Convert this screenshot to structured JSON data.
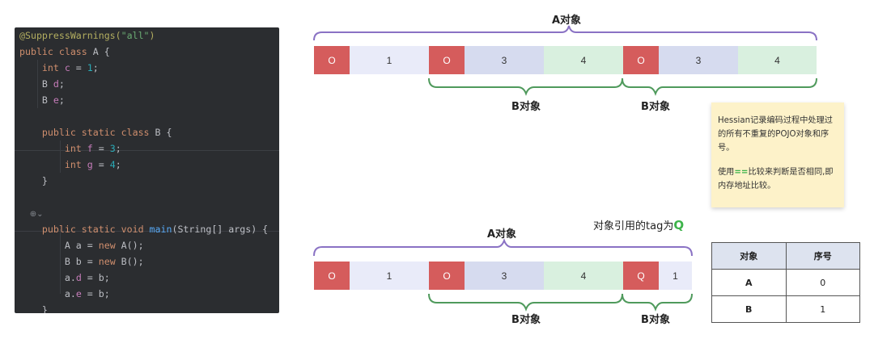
{
  "code": {
    "lines": [
      [
        [
          "c-ann",
          "@SuppressWarnings("
        ],
        [
          "c-str",
          "\"all\""
        ],
        [
          "c-ann",
          ")"
        ]
      ],
      [
        [
          "c-kw",
          "public class "
        ],
        [
          "c-txt",
          "A {"
        ]
      ],
      [
        [
          "c-kw",
          "    int "
        ],
        [
          "c-fld",
          "c"
        ],
        [
          "c-txt",
          " = "
        ],
        [
          "c-num",
          "1"
        ],
        [
          "c-txt",
          ";"
        ]
      ],
      [
        [
          "c-txt",
          "    B "
        ],
        [
          "c-fld",
          "d"
        ],
        [
          "c-txt",
          ";"
        ]
      ],
      [
        [
          "c-txt",
          "    B "
        ],
        [
          "c-fld",
          "e"
        ],
        [
          "c-txt",
          ";"
        ]
      ],
      [],
      [
        [
          "c-kw",
          "    public static class "
        ],
        [
          "c-txt",
          "B {"
        ]
      ],
      [
        [
          "c-kw",
          "        int "
        ],
        [
          "c-fld",
          "f"
        ],
        [
          "c-txt",
          " = "
        ],
        [
          "c-num",
          "3"
        ],
        [
          "c-txt",
          ";"
        ]
      ],
      [
        [
          "c-kw",
          "        int "
        ],
        [
          "c-fld",
          "g"
        ],
        [
          "c-txt",
          " = "
        ],
        [
          "c-num",
          "4"
        ],
        [
          "c-txt",
          ";"
        ]
      ],
      [
        [
          "c-txt",
          "    }"
        ]
      ],
      [],
      [
        [
          "c-hint",
          "    ⊕⌄"
        ]
      ],
      [
        [
          "c-kw",
          "    public static void "
        ],
        [
          "c-fn",
          "main"
        ],
        [
          "c-txt",
          "(String[] args) {"
        ]
      ],
      [
        [
          "c-txt",
          "        A a = "
        ],
        [
          "c-kw",
          "new "
        ],
        [
          "c-txt",
          "A();"
        ]
      ],
      [
        [
          "c-txt",
          "        B b = "
        ],
        [
          "c-kw",
          "new "
        ],
        [
          "c-txt",
          "B();"
        ]
      ],
      [
        [
          "c-txt",
          "        a."
        ],
        [
          "c-fld",
          "d"
        ],
        [
          "c-txt",
          " = b;"
        ]
      ],
      [
        [
          "c-txt",
          "        a."
        ],
        [
          "c-fld",
          "e"
        ],
        [
          "c-txt",
          " = b;"
        ]
      ],
      [
        [
          "c-txt",
          "    }"
        ]
      ]
    ]
  },
  "top_diagram": {
    "a_label": "A对象",
    "b_label_1": "B对象",
    "b_label_2": "B对象",
    "cells": [
      {
        "text": "O",
        "style": "tag"
      },
      {
        "text": "1",
        "style": "lav"
      },
      {
        "text": "O",
        "style": "tag"
      },
      {
        "text": "3",
        "style": "blu"
      },
      {
        "text": "4",
        "style": "grn"
      },
      {
        "text": "O",
        "style": "tag"
      },
      {
        "text": "3",
        "style": "blu"
      },
      {
        "text": "4",
        "style": "grn"
      }
    ]
  },
  "bottom_diagram": {
    "a_label": "A对象",
    "b_label_1": "B对象",
    "b_label_2": "B对象",
    "tag_note_prefix": "对象引用的tag为",
    "tag_note_value": "Q",
    "cells": [
      {
        "text": "O",
        "style": "tag"
      },
      {
        "text": "1",
        "style": "lav"
      },
      {
        "text": "O",
        "style": "tag"
      },
      {
        "text": "3",
        "style": "blu"
      },
      {
        "text": "4",
        "style": "grn"
      },
      {
        "text": "Q",
        "style": "tag"
      },
      {
        "text": "1",
        "style": "lav"
      }
    ]
  },
  "note": {
    "para1": "Hessian记录编码过程中处理过的所有不重复的POJO对象和序号。",
    "para2_prefix": "使用",
    "para2_highlight": "==",
    "para2_suffix": "比较来判断是否相同,即内存地址比较。"
  },
  "table": {
    "headers": [
      "对象",
      "序号"
    ],
    "rows": [
      [
        "A",
        "0"
      ],
      [
        "B",
        "1"
      ]
    ]
  },
  "colors": {
    "brace_purple": "#8a72c4",
    "brace_green": "#4f9a5c",
    "tag_red": "#d55c5c",
    "highlight_green": "#3db34a"
  }
}
